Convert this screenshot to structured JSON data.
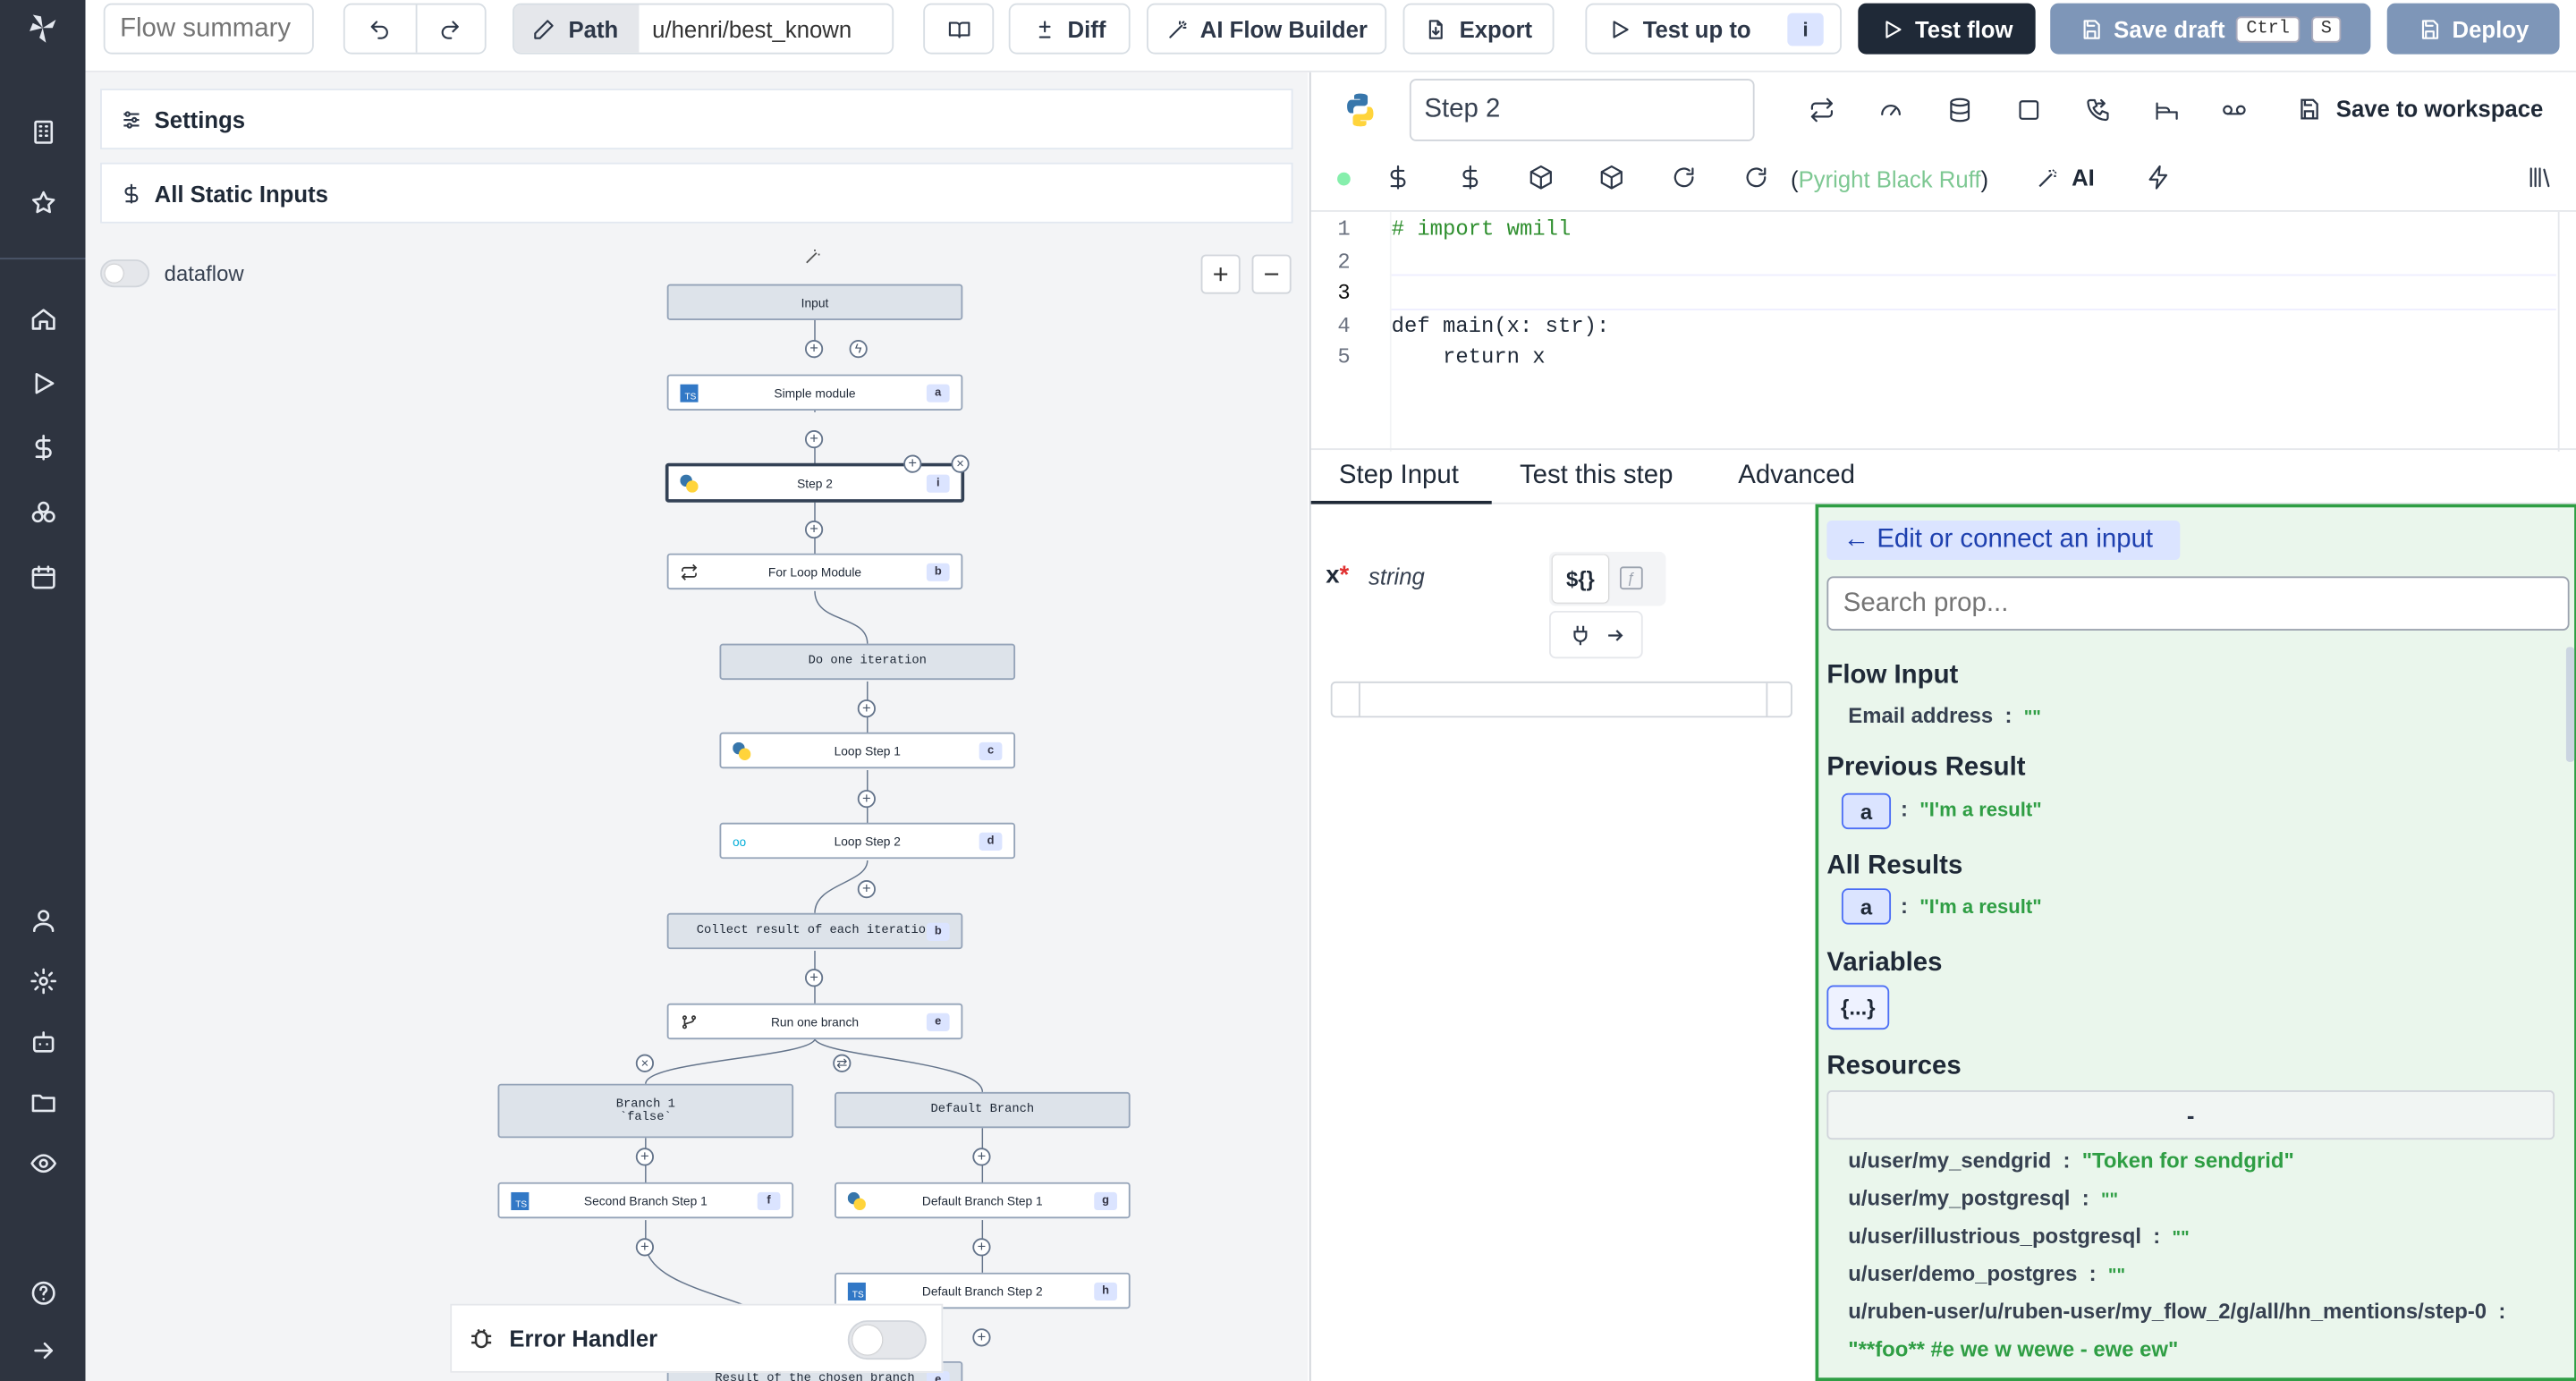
{
  "topbar": {
    "summary_placeholder": "Flow summary",
    "path_label": "Path",
    "path_value": "u/henri/best_known",
    "diff": "Diff",
    "ai_builder": "AI Flow Builder",
    "export": "Export",
    "test_up_to": "Test up to",
    "test_up_to_id": "i",
    "test_flow": "Test flow",
    "save_draft": "Save draft",
    "kbd_ctrl": "Ctrl",
    "kbd_s": "S",
    "deploy": "Deploy"
  },
  "left": {
    "settings": "Settings",
    "static_inputs": "All Static Inputs",
    "dataflow": "dataflow",
    "error_handler": "Error Handler"
  },
  "graph": {
    "nodes": [
      {
        "label": "Input",
        "id": ""
      },
      {
        "label": "Simple module",
        "id": "a"
      },
      {
        "label": "Step 2",
        "id": "i"
      },
      {
        "label": "For Loop Module",
        "id": "b"
      },
      {
        "label": "Do one iteration",
        "id": ""
      },
      {
        "label": "Loop Step 1",
        "id": "c"
      },
      {
        "label": "Loop Step 2",
        "id": "d"
      },
      {
        "label": "Collect result of each iteration",
        "id": "b"
      },
      {
        "label": "Run one branch",
        "id": "e"
      },
      {
        "label": "Branch 1",
        "sub": "`false`",
        "id": ""
      },
      {
        "label": "Default Branch",
        "id": ""
      },
      {
        "label": "Second Branch Step 1",
        "id": "f"
      },
      {
        "label": "Default Branch Step 1",
        "id": "g"
      },
      {
        "label": "Default Branch Step 2",
        "id": "h"
      },
      {
        "label": "Result of the chosen branch",
        "id": "e"
      }
    ]
  },
  "editor": {
    "step_name": "Step 2",
    "save_ws": "Save to workspace",
    "formatter": "(Pyright Black Ruff)",
    "formatter_open": "(",
    "formatter_names": "Pyright Black Ruff",
    "formatter_close": ")",
    "ai": "AI",
    "lines": [
      {
        "n": "1",
        "text": "# import wmill"
      },
      {
        "n": "2",
        "text": ""
      },
      {
        "n": "3",
        "text": ""
      },
      {
        "n": "4",
        "text": "def main(x: str):"
      },
      {
        "n": "5",
        "text": "    return x"
      }
    ]
  },
  "tabs": {
    "step_input": "Step Input",
    "test_step": "Test this step",
    "advanced": "Advanced"
  },
  "input": {
    "name": "x",
    "required": "*",
    "type": "string",
    "expr": "${}"
  },
  "context": {
    "edit_btn": "← Edit or connect an input",
    "search_placeholder": "Search prop...",
    "flow_input_title": "Flow Input",
    "flow_input_key": "Email address",
    "flow_input_val": "\"\"",
    "prev_title": "Previous Result",
    "prev_key": "a",
    "prev_val": "\"I'm a result\"",
    "all_title": "All Results",
    "all_key": "a",
    "all_val": "\"I'm a result\"",
    "vars_title": "Variables",
    "vars_pill": "{...}",
    "res_title": "Resources",
    "res_dash": "-",
    "resources": [
      {
        "k": "u/user/my_sendgrid",
        "v": "\"Token for sendgrid\""
      },
      {
        "k": "u/user/my_postgresql",
        "v": "\"\""
      },
      {
        "k": "u/user/illustrious_postgresql",
        "v": "\"\""
      },
      {
        "k": "u/user/demo_postgres",
        "v": "\"\""
      },
      {
        "k": "u/ruben-user/u/ruben-user/my_flow_2/g/all/hn_mentions/step-0",
        "v": ""
      }
    ],
    "res_wrap": "\"**foo** #e we w wewe - ewe ew\""
  }
}
